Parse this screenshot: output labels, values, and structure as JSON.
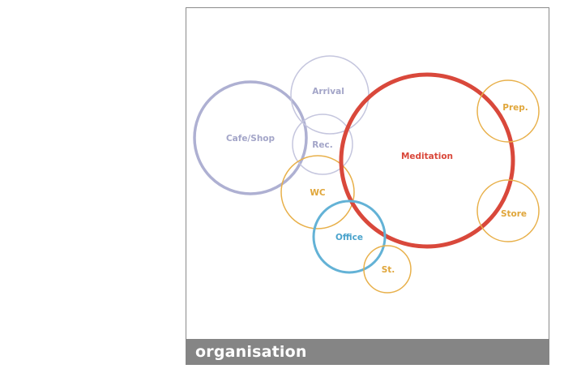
{
  "footer": {
    "title": "organisation"
  },
  "colors": {
    "purple_strong": "#aeb0d2",
    "purple_light": "#c5c6de",
    "orange": "#e8b04a",
    "red": "#d9483b",
    "blue": "#63b2d6"
  },
  "circles": {
    "cafe": {
      "label": "Cafe/Shop"
    },
    "arrival": {
      "label": "Arrival"
    },
    "rec": {
      "label": "Rec."
    },
    "wc": {
      "label": "WC"
    },
    "meditation": {
      "label": "Meditation"
    },
    "office": {
      "label": "Office"
    },
    "st": {
      "label": "St."
    },
    "prep": {
      "label": "Prep."
    },
    "store": {
      "label": "Store"
    }
  }
}
